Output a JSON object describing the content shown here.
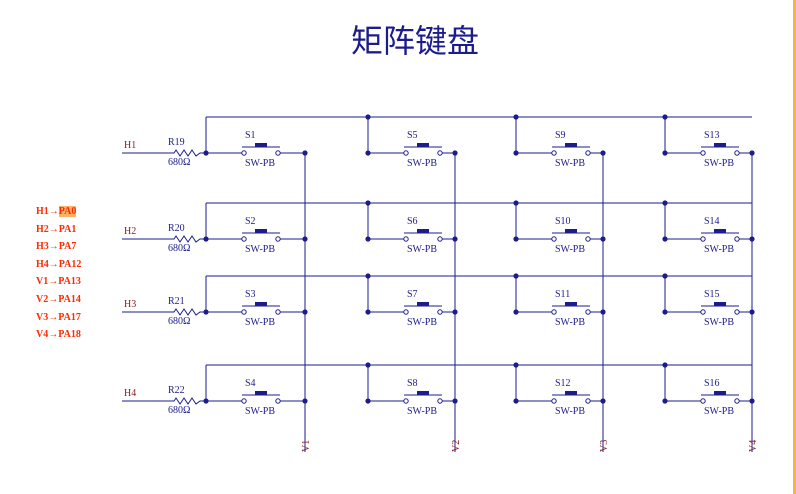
{
  "title": "矩阵键盘",
  "pin_map": [
    {
      "signal": "H1",
      "arrow": "→",
      "pin": "PA0",
      "highlighted": true
    },
    {
      "signal": "H2",
      "arrow": "→",
      "pin": "PA1",
      "highlighted": false
    },
    {
      "signal": "H3",
      "arrow": "→",
      "pin": "PA7",
      "highlighted": false
    },
    {
      "signal": "H4",
      "arrow": "→",
      "pin": "PA12",
      "highlighted": false
    },
    {
      "signal": "V1",
      "arrow": "→",
      "pin": "PA13",
      "highlighted": false
    },
    {
      "signal": "V2",
      "arrow": "→",
      "pin": "PA14",
      "highlighted": false
    },
    {
      "signal": "V3",
      "arrow": "→",
      "pin": "PA17",
      "highlighted": false
    },
    {
      "signal": "V4",
      "arrow": "→",
      "pin": "PA18",
      "highlighted": false
    }
  ],
  "rows": [
    {
      "net": "H1",
      "resistor": "R19",
      "resistance": "680Ω"
    },
    {
      "net": "H2",
      "resistor": "R20",
      "resistance": "680Ω"
    },
    {
      "net": "H3",
      "resistor": "R21",
      "resistance": "680Ω"
    },
    {
      "net": "H4",
      "resistor": "R22",
      "resistance": "680Ω"
    }
  ],
  "columns": [
    "V1",
    "V2",
    "V3",
    "V4"
  ],
  "switch_type": "SW-PB",
  "switches": [
    [
      "S1",
      "S5",
      "S9",
      "S13"
    ],
    [
      "S2",
      "S6",
      "S10",
      "S14"
    ],
    [
      "S3",
      "S7",
      "S11",
      "S15"
    ],
    [
      "S4",
      "S8",
      "S12",
      "S16"
    ]
  ],
  "colors": {
    "wire": "#1c1c8c",
    "label_text": "#8b1a1a",
    "ref_text": "#1c1c8c",
    "pin_text": "#ff2a00",
    "highlight": "#ffb266",
    "border_accent": "#f3b24a"
  }
}
